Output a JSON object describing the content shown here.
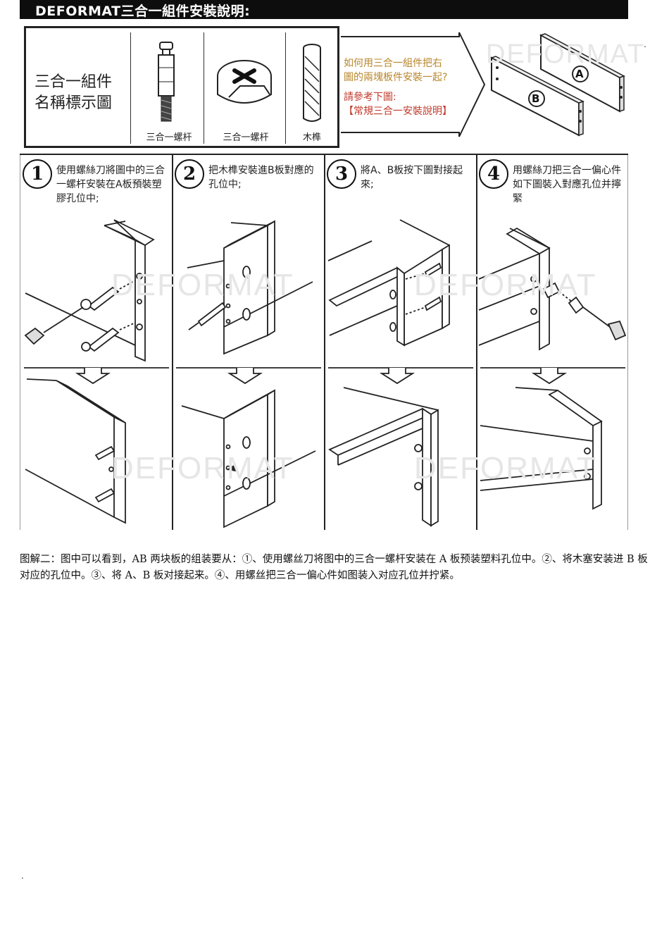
{
  "header": {
    "title": "DEFORMAT三合一組件安裝說明:"
  },
  "legend": {
    "title_line1": "三合一組件",
    "title_line2": "名稱標示圖",
    "parts": [
      {
        "label": "三合一螺杆",
        "icon": "cam-bolt-icon"
      },
      {
        "label": "三合一螺杆",
        "icon": "cam-lock-icon"
      },
      {
        "label": "木榫",
        "icon": "wood-dowel-icon"
      }
    ]
  },
  "question": {
    "line1": "如何用三合一組件把右",
    "line2": "圖的兩塊板件安裝一起?",
    "line3": "請參考下圖:",
    "line4": "【常規三合一安裝說明】"
  },
  "boards": {
    "a_label": "A",
    "b_label": "B"
  },
  "watermark": "DEFORMAT",
  "steps": [
    {
      "number": "1",
      "text": "使用螺絲刀將圖中的三合一螺杆安裝在A板預裝塑膠孔位中;"
    },
    {
      "number": "2",
      "text": "把木榫安裝進B板對應的孔位中;"
    },
    {
      "number": "3",
      "text": "將A、B板按下圖對接起來;"
    },
    {
      "number": "4",
      "text": "用螺絲刀把三合一偏心件如下圖裝入對應孔位并擰緊"
    }
  ],
  "caption": "图解二：图中可以看到，AB 两块板的组装要从：①、使用螺丝刀将图中的三合一螺杆安装在 A 板预装塑料孔位中。②、将木塞安装进 B 板对应的孔位中。③、将 A、B 板对接起来。④、用螺丝把三合一偏心件如图装入对应孔位并拧紧。",
  "marks": {
    "top_right": ".",
    "bottom_left": "."
  },
  "colors": {
    "question_text": "#b8862b",
    "reference_text": "#c0392b",
    "header_bg": "#0d0d0d"
  }
}
